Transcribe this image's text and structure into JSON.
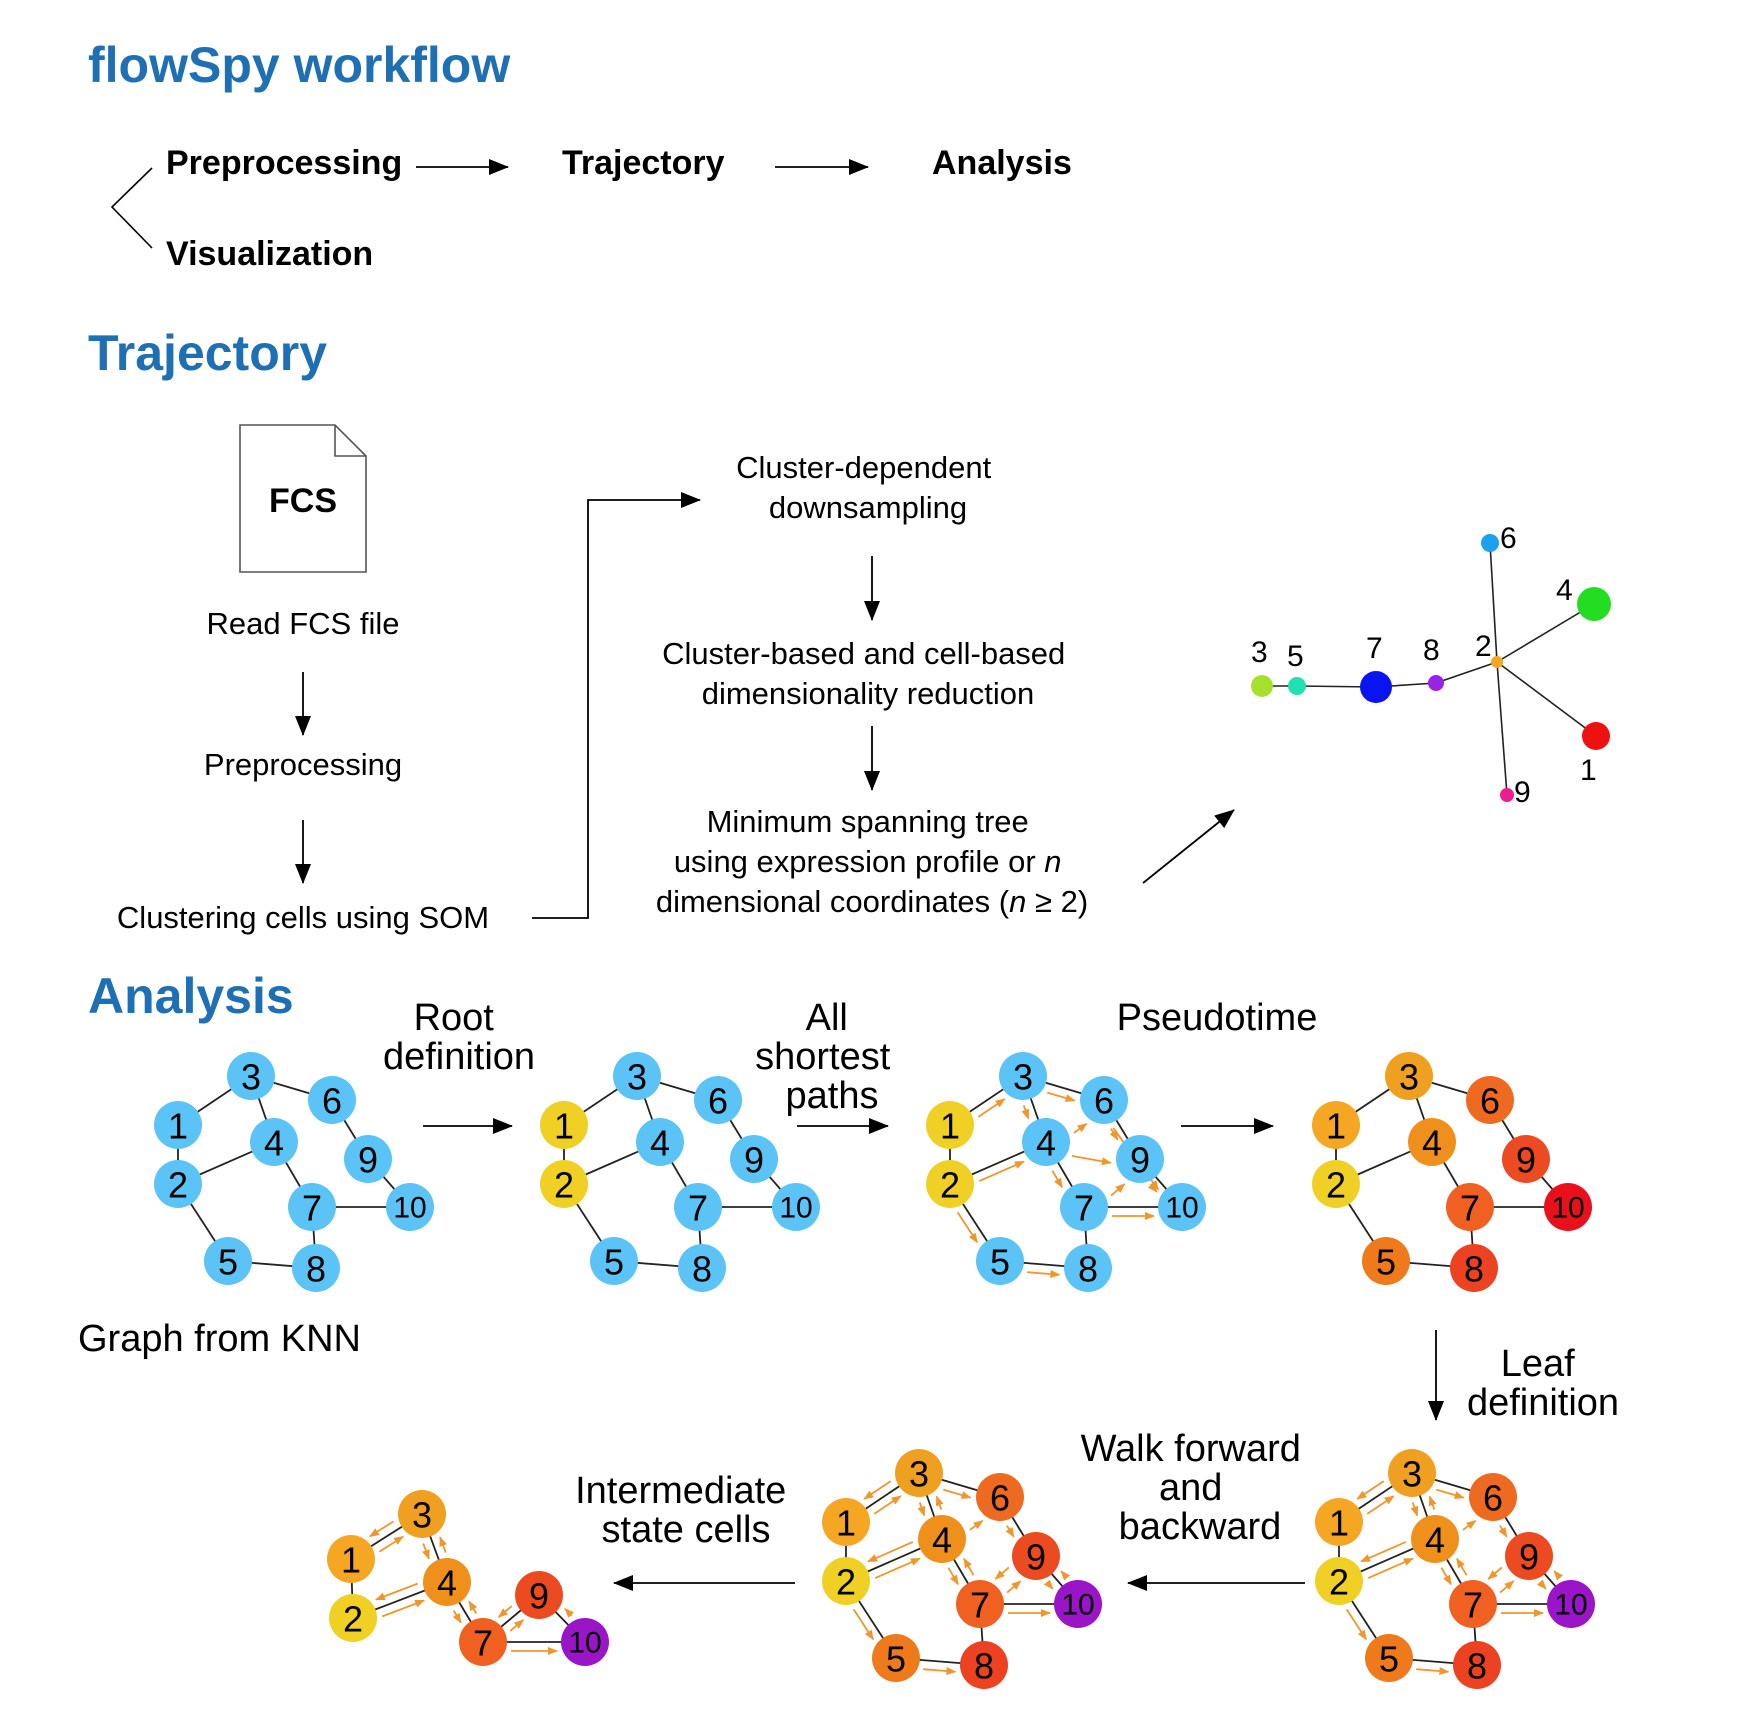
{
  "title": "flowSpy workflow",
  "workflow": {
    "preprocessing": "Preprocessing",
    "visualization": "Visualization",
    "trajectory": "Trajectory",
    "analysis": "Analysis"
  },
  "trajectory_section": {
    "heading": "Trajectory",
    "fcs_icon_label": "FCS",
    "read_fcs": "Read FCS file",
    "preprocessing": "Preprocessing",
    "clustering": "Clustering cells using SOM",
    "downsampling": [
      "Cluster-dependent",
      "downsampling"
    ],
    "dim_reduction": [
      "Cluster-based and cell-based",
      "dimensionality reduction"
    ],
    "mst_line1": "Minimum spanning tree",
    "mst_line2_pre": "using expression profile or ",
    "mst_line2_italic": "n",
    "mst_line3_pre": "dimensional coordinates (",
    "mst_line3_italic": "n",
    "mst_line3_post": " ≥ 2)",
    "mst_tree": {
      "nodes": [
        {
          "id": "1",
          "color": "#ee1111"
        },
        {
          "id": "2",
          "color": "#f5a623"
        },
        {
          "id": "3",
          "color": "#a6e02e"
        },
        {
          "id": "4",
          "color": "#22dd22"
        },
        {
          "id": "5",
          "color": "#22e0b0"
        },
        {
          "id": "6",
          "color": "#1ba1f0"
        },
        {
          "id": "7",
          "color": "#0a14f0"
        },
        {
          "id": "8",
          "color": "#9a22e6"
        },
        {
          "id": "9",
          "color": "#ee1d8f"
        }
      ]
    }
  },
  "analysis_section": {
    "heading": "Analysis",
    "step_root": [
      "Root",
      "definition"
    ],
    "step_paths": [
      "All",
      "shortest",
      "paths"
    ],
    "step_pseudotime": "Pseudotime",
    "step_leaf": [
      "Leaf",
      "definition"
    ],
    "step_walk": [
      "Walk forward",
      "and",
      "backward"
    ],
    "step_intermediate": [
      "Intermediate",
      "state cells"
    ],
    "graph_caption": "Graph from KNN",
    "node_labels": [
      "1",
      "2",
      "3",
      "4",
      "5",
      "6",
      "7",
      "8",
      "9",
      "10"
    ],
    "colors": {
      "blue": "#5bc3f5",
      "root_yellow": "#f0d025",
      "ps1": "#f5a623",
      "ps2": "#f5a623",
      "ps3": "#f0a020",
      "ps4": "#f0901c",
      "ps5": "#ee7a1c",
      "ps6": "#ee6a20",
      "ps7": "#f06020",
      "ps8": "#ec4222",
      "ps9": "#ec4a20",
      "ps10": "#e8101c",
      "leaf_purple": "#9a14c8",
      "arrow_orange": "#f0962a",
      "heading_blue": "#1f6fb4"
    }
  }
}
